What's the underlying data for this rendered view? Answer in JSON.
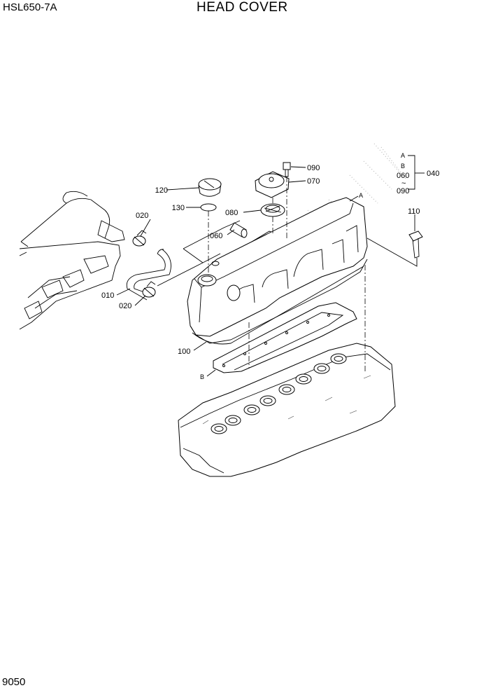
{
  "header": {
    "model": "HSL650-7A",
    "title": "HEAD COVER"
  },
  "footer": {
    "page_number": "9050"
  },
  "callouts": {
    "c010": "010",
    "c020a": "020",
    "c020b": "020",
    "c040": "040",
    "c060a": "060",
    "c060b": "060",
    "c070": "070",
    "c080": "080",
    "c090a": "090",
    "c090b": "090",
    "c100": "100",
    "c110": "110",
    "c120": "120",
    "c130": "130",
    "refA1": "A",
    "refA2": "A",
    "refB1": "B",
    "refB2": "B",
    "tilde": "~"
  }
}
